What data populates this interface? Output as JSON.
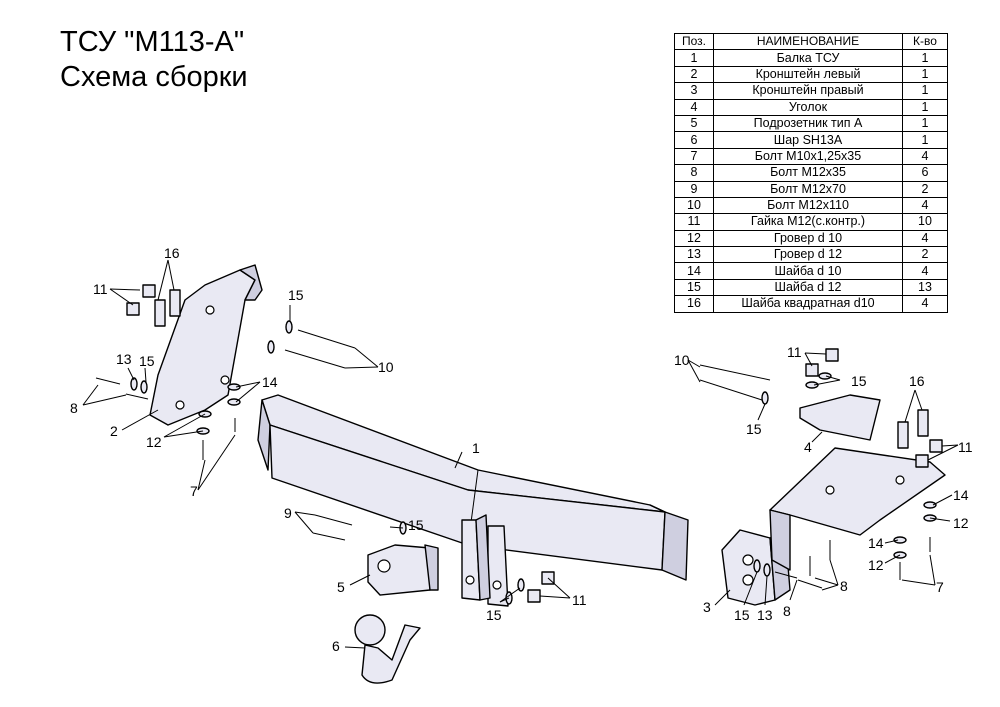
{
  "title": {
    "line1": "ТСУ \"М113-А\"",
    "line2": "Схема сборки"
  },
  "spec_table": {
    "headers": [
      "Поз.",
      "НАИМЕНОВАНИЕ",
      "К-во"
    ],
    "rows": [
      [
        "1",
        "Балка ТСУ",
        "1"
      ],
      [
        "2",
        "Кронштейн левый",
        "1"
      ],
      [
        "3",
        "Кронштейн правый",
        "1"
      ],
      [
        "4",
        "Уголок",
        "1"
      ],
      [
        "5",
        "Подрозетник тип А",
        "1"
      ],
      [
        "6",
        "Шар SH13A",
        "1"
      ],
      [
        "7",
        "Болт М10х1,25х35",
        "4"
      ],
      [
        "8",
        "Болт М12х35",
        "6"
      ],
      [
        "9",
        "Болт М12х70",
        "2"
      ],
      [
        "10",
        "Болт М12х110",
        "4"
      ],
      [
        "11",
        "Гайка М12(с.контр.)",
        "10"
      ],
      [
        "12",
        "Гровер d 10",
        "4"
      ],
      [
        "13",
        "Гровер d 12",
        "2"
      ],
      [
        "14",
        "Шайба d 10",
        "4"
      ],
      [
        "15",
        "Шайба d 12",
        "13"
      ],
      [
        "16",
        "Шайба квадратная d10",
        "4"
      ]
    ]
  },
  "callouts": {
    "p1": "1",
    "p2": "2",
    "p3": "3",
    "p4": "4",
    "p5": "5",
    "p6": "6",
    "p7": "7",
    "p8": "8",
    "p9": "9",
    "p10": "10",
    "p11": "11",
    "p12": "12",
    "p13": "13",
    "p14": "14",
    "p15": "15",
    "p16": "16"
  }
}
